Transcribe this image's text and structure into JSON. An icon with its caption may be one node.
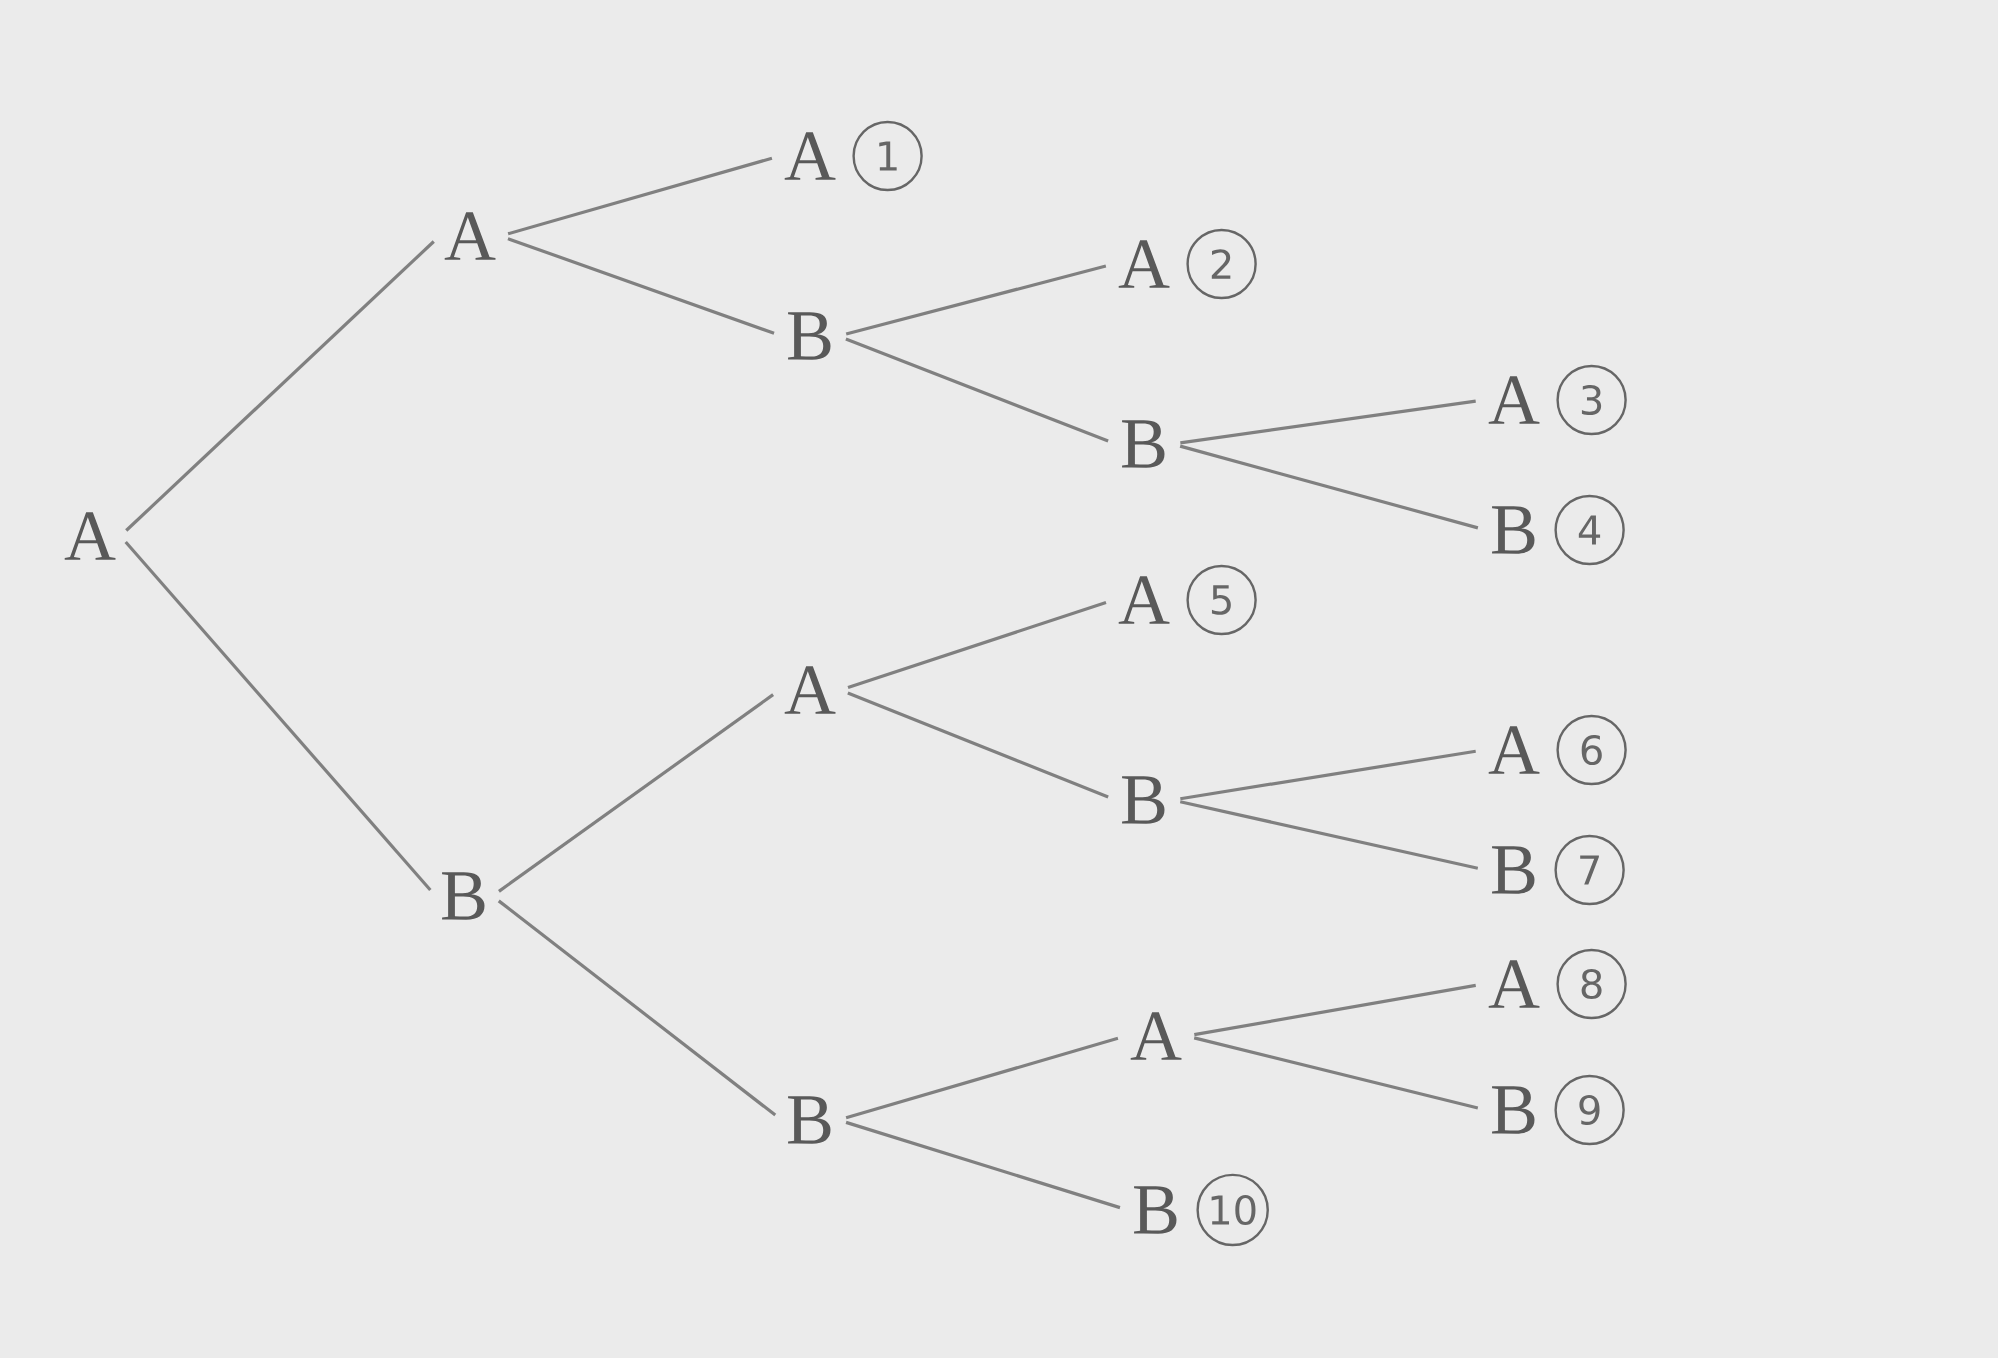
{
  "diagram": {
    "nodes": [
      {
        "text": [
          "A"
        ]
      },
      {
        "text": [
          "A"
        ]
      },
      {
        "text": [
          "A"
        ],
        "beside": [
          "1"
        ]
      },
      {
        "text": [
          "B"
        ]
      },
      {
        "text": [
          "A"
        ],
        "beside": [
          "2"
        ]
      },
      {
        "text": [
          "B"
        ]
      },
      {
        "text": [
          "A"
        ],
        "beside": [
          "3"
        ]
      },
      {
        "text": [
          "B"
        ],
        "beside": [
          "4"
        ]
      },
      {
        "text": [
          "B"
        ]
      },
      {
        "text": [
          "A"
        ]
      },
      {
        "text": [
          "A"
        ],
        "beside": [
          "5"
        ]
      },
      {
        "text": [
          "B"
        ]
      },
      {
        "text": [
          "A"
        ],
        "beside": [
          "6"
        ]
      },
      {
        "text": [
          "B"
        ],
        "beside": [
          "7"
        ]
      },
      {
        "text": [
          "B"
        ]
      },
      {
        "text": [
          "A"
        ]
      },
      {
        "text": [
          "A"
        ],
        "beside": [
          "8"
        ]
      },
      {
        "text": [
          "B"
        ],
        "beside": [
          "9"
        ]
      },
      {
        "text": [
          "B"
        ],
        "beside": [
          "10"
        ]
      }
    ],
    "edges": [
      {
        "from": 0,
        "to": 1,
        "arrow": "none"
      },
      {
        "from": 1,
        "to": 2,
        "arrow": "none"
      },
      {
        "from": 1,
        "to": 3,
        "arrow": "none"
      },
      {
        "from": 3,
        "to": 4,
        "arrow": "none"
      },
      {
        "from": 3,
        "to": 5,
        "arrow": "none"
      },
      {
        "from": 5,
        "to": 6,
        "arrow": "none"
      },
      {
        "from": 5,
        "to": 7,
        "arrow": "none"
      },
      {
        "from": 0,
        "to": 8,
        "arrow": "none"
      },
      {
        "from": 8,
        "to": 9,
        "arrow": "none"
      },
      {
        "from": 9,
        "to": 10,
        "arrow": "none"
      },
      {
        "from": 9,
        "to": 11,
        "arrow": "none"
      },
      {
        "from": 11,
        "to": 12,
        "arrow": "none"
      },
      {
        "from": 11,
        "to": 13,
        "arrow": "none"
      },
      {
        "from": 8,
        "to": 14,
        "arrow": "none"
      },
      {
        "from": 14,
        "to": 15,
        "arrow": "none"
      },
      {
        "from": 15,
        "to": 16,
        "arrow": "none"
      },
      {
        "from": 15,
        "to": 17,
        "arrow": "none"
      },
      {
        "from": 14,
        "to": 18,
        "arrow": "none"
      }
    ]
  }
}
